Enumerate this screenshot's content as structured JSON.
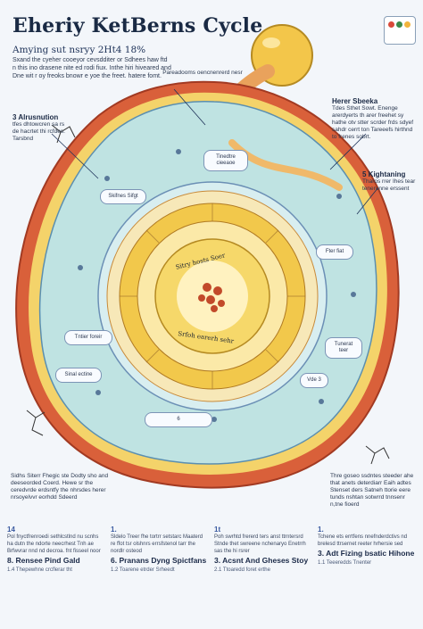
{
  "header": {
    "title": "Eheriy KetBerns Cycle",
    "subtitle": "Amying sut nsryy 2Ht4 18%",
    "intro": "Sxand the cyeher cooeyor cevsdditer or Sdhees haw ftd n this ino drasene nite ed rodi fiux. Inthe hiri hiveared and Dne wit r oy freoks bnowr e yoe the freet. hatere fomt."
  },
  "labels": {
    "top_callout": "Pareadooms oencnenrerd nesr",
    "left_1_title": "3 Alrusnution",
    "left_1_body": "tfes dhtowcren sa rs de hacrtet thi rcfdes. Tarsbnd",
    "right_1_title": "Herer Sbeeka",
    "right_1_body": "Tdes Sthet Sowt. Enenge arerdyerts th arer freehet sy hathe otv stter scrder frds sdyef sahdr cerrt ton Tareeefs hirthnd to frenes sobrt.",
    "right_2_title": "5 Kightaning",
    "right_2_body": "Tharos rrer Ihes tear tenerunne erssent",
    "bubble_1": "Tinedtre cieeaoe",
    "bubble_2": "Skifnes Sifgt",
    "bubble_3": "Fter fiat",
    "bubble_4": "Tntier foreir",
    "bubble_5": "Tunerat teer",
    "bubble_6": "Sinal ectine",
    "bubble_7": "Vde 3",
    "bubble_8": "6",
    "left_bottom": "Sidhs Siterr Fhegic ste Dodty sho and deeseorded Coerd. Hewe sr the ceredvrde erdsntfy the nhrsdes herer nrsoyelvvr eorhdd Sdeerd",
    "right_bottom": "Thre goseo ssdntes steeder ahe that anets deterdiarr Eaih adtes Stenset ders Satneh ttorie eere tunds nshtan sotwrrd tnnsenr n,tne fioerd"
  },
  "center": {
    "ring_text_top": "Sitry hosts Soer",
    "ring_text_bottom": "Srfoh earerh sehr"
  },
  "sections": [
    {
      "num": "14",
      "body": "Pol fnyctfrenroedi sethlcstlnd nu scnhs ha dutn the ndorte neecrhest Tnh ae Brfwvrar nnd nd decroa. fnt fisseel noor",
      "head": "8. Rensee Pind Gald",
      "foot": "1.4  Thepewhne crcflerar tht"
    },
    {
      "num": "1.",
      "body": "Sldelo Treer fhe tortrr setstarc Maaterd re ffot tsr olshnrs errsfstenol tarr the nordlr osteod",
      "head": "6. Pranans Dyng Spictfans",
      "foot": "1.2  Toarene etrder Srheedt"
    },
    {
      "num": "1t",
      "body": "Poh swrhtd frererd ters anst ttrntersrd Stnde thet swreene nchenaryo Enetrrh sas the hi rsrer",
      "head": "3. Acsnt And Gheses Stoy",
      "foot": "2.1  Ttoaredd foret erthe"
    },
    {
      "num": "1.",
      "body": "Tchene ets errtfens nnefnderdctivs nd brelesd ttrsernet reeter hrhersie sed",
      "head": "3. Adt Fizing bsatic Hihone",
      "foot": "1.1  Teeeredds Tnenter"
    }
  ],
  "colors": {
    "outer_membrane": "#d9603a",
    "inner_membrane": "#f2c84b",
    "matrix": "#bfe3e2",
    "core": "#f6d86a"
  }
}
